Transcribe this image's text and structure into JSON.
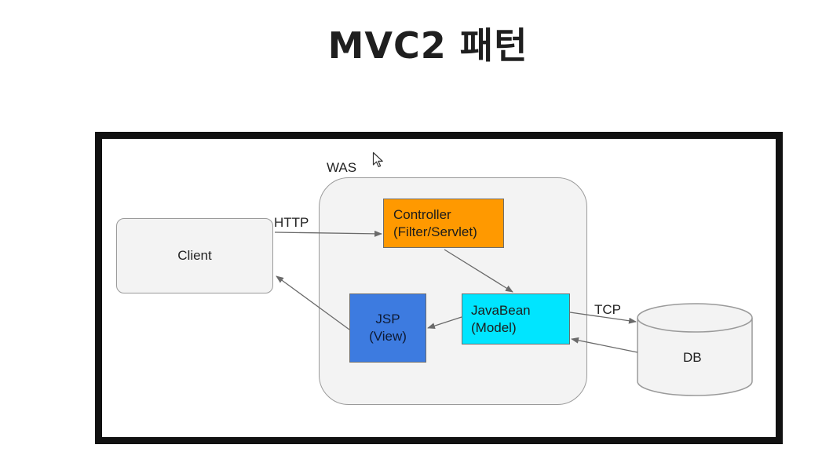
{
  "title": "MVC2 패턴",
  "diagram": {
    "was_label": "WAS",
    "client_label": "Client",
    "controller": {
      "line1": "Controller",
      "line2": "(Filter/Servlet)"
    },
    "javabean": {
      "line1": "JavaBean",
      "line2": "(Model)"
    },
    "jsp": {
      "line1": "JSP",
      "line2": "(View)"
    },
    "db_label": "DB",
    "http_label": "HTTP",
    "tcp_label": "TCP"
  },
  "colors": {
    "controller": "#ff9900",
    "javabean": "#00e5ff",
    "jsp": "#3d7be0",
    "container": "#f3f3f3",
    "frame": "#111111"
  },
  "icons": [
    "mouse-cursor-icon"
  ]
}
